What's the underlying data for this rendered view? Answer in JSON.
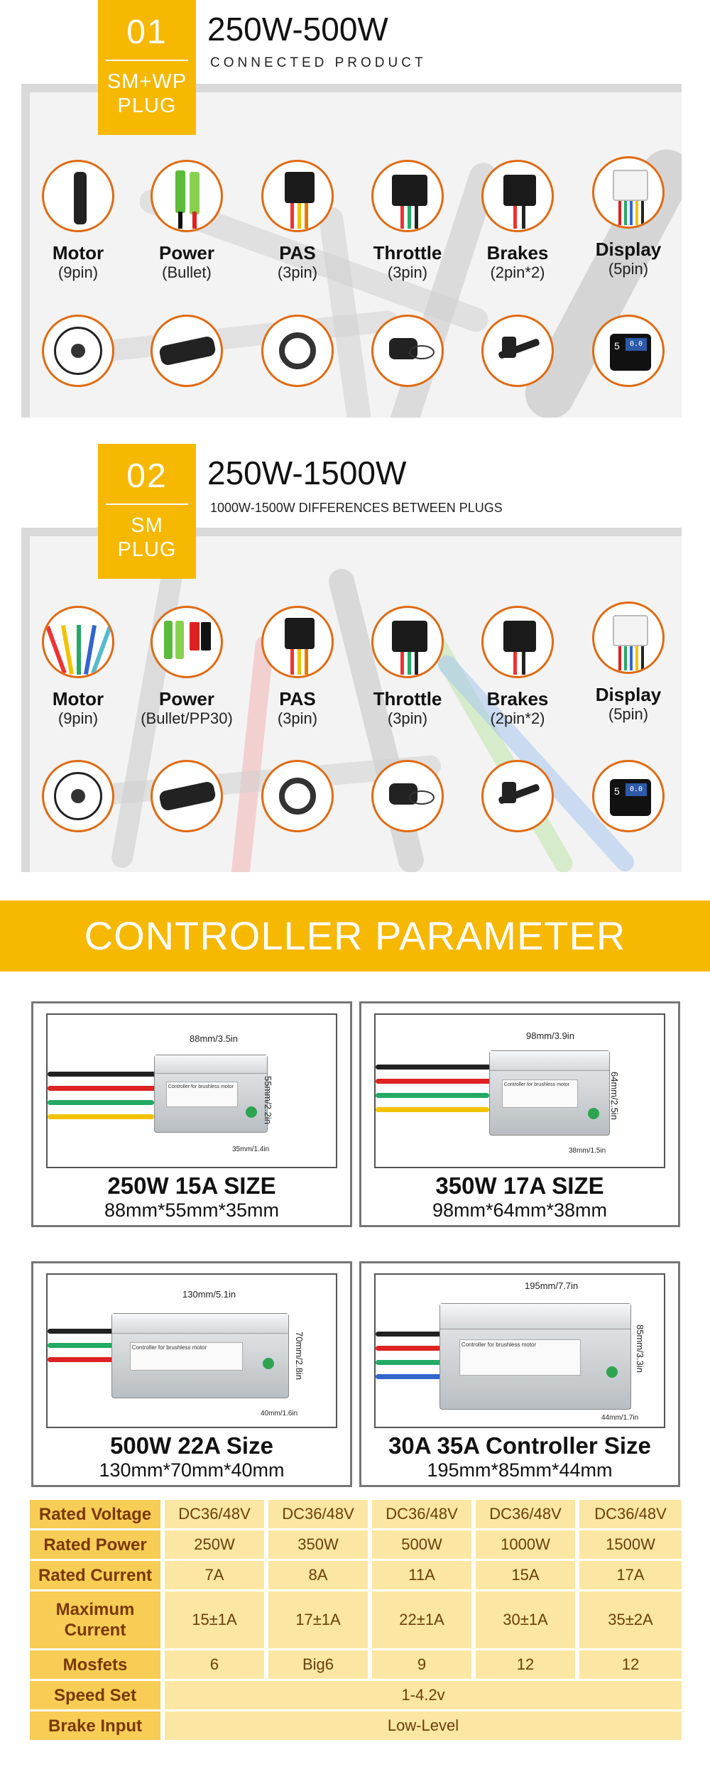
{
  "section1": {
    "number": "01",
    "badge_line1": "SM+WP",
    "badge_line2": "PLUG",
    "title": "250W-500W",
    "subtitle": "CONNECTED PRODUCT",
    "connectors": [
      {
        "name": "Motor",
        "spec": "(9pin)"
      },
      {
        "name": "Power",
        "spec": "(Bullet)"
      },
      {
        "name": "PAS",
        "spec": "(3pin)"
      },
      {
        "name": "Throttle",
        "spec": "(3pin)"
      },
      {
        "name": "Brakes",
        "spec": "(2pin*2)"
      },
      {
        "name": "Display",
        "spec": "(5pin)"
      }
    ]
  },
  "section2": {
    "number": "02",
    "badge_line1": "SM",
    "badge_line2": "PLUG",
    "title": "250W-1500W",
    "subtitle": "1000W-1500W DIFFERENCES BETWEEN PLUGS",
    "connectors": [
      {
        "name": "Motor",
        "spec": "(9pin)"
      },
      {
        "name": "Power",
        "spec": "(Bullet/PP30)"
      },
      {
        "name": "PAS",
        "spec": "(3pin)"
      },
      {
        "name": "Throttle",
        "spec": "(3pin)"
      },
      {
        "name": "Brakes",
        "spec": "(2pin*2)"
      },
      {
        "name": "Display",
        "spec": "(5pin)"
      }
    ]
  },
  "banner": "CONTROLLER PARAMETER",
  "display_screen": {
    "digit": "5",
    "readout": "0.0"
  },
  "controllers": [
    {
      "title": "250W 15A SIZE",
      "dims": "88mm*55mm*35mm",
      "w": "88mm/3.5in",
      "h": "55mm/2.2in",
      "d": "35mm/1.4in",
      "box_label": "Controller for brushless motor"
    },
    {
      "title": "350W 17A SIZE",
      "dims": "98mm*64mm*38mm",
      "w": "98mm/3.9in",
      "h": "64mm/2.5in",
      "d": "38mm/1.5in",
      "box_label": "Controller for brushless motor"
    },
    {
      "title": "500W 22A  Size",
      "dims": "130mm*70mm*40mm",
      "w": "130mm/5.1in",
      "h": "70mm/2.8in",
      "d": "40mm/1.6in",
      "box_label": "Controller for brushless motor"
    },
    {
      "title": "30A 35A Controller Size",
      "dims": "195mm*85mm*44mm",
      "w": "195mm/7.7in",
      "h": "85mm/3.3in",
      "d": "44mm/1.7in",
      "box_label": "Controller for brushless motor"
    }
  ],
  "table": {
    "rows": [
      {
        "label": "Rated Voltage",
        "cells": [
          "DC36/48V",
          "DC36/48V",
          "DC36/48V",
          "DC36/48V",
          "DC36/48V"
        ]
      },
      {
        "label": "Rated Power",
        "cells": [
          "250W",
          "350W",
          "500W",
          "1000W",
          "1500W"
        ]
      },
      {
        "label": "Rated Current",
        "cells": [
          "7A",
          "8A",
          "11A",
          "15A",
          "17A"
        ]
      },
      {
        "label": "Maximum Current",
        "cells": [
          "15±1A",
          "17±1A",
          "22±1A",
          "30±1A",
          "35±2A"
        ]
      },
      {
        "label": "Mosfets",
        "cells": [
          "6",
          "Big6",
          "9",
          "12",
          "12"
        ]
      },
      {
        "label": "Speed Set",
        "span": "1-4.2v"
      },
      {
        "label": "Brake Input",
        "span": "Low-Level"
      }
    ]
  },
  "colors": {
    "accent": "#f6b800",
    "ring": "#e06a12",
    "table_head": "#f7cd55",
    "table_cell": "#fbe7a3"
  }
}
